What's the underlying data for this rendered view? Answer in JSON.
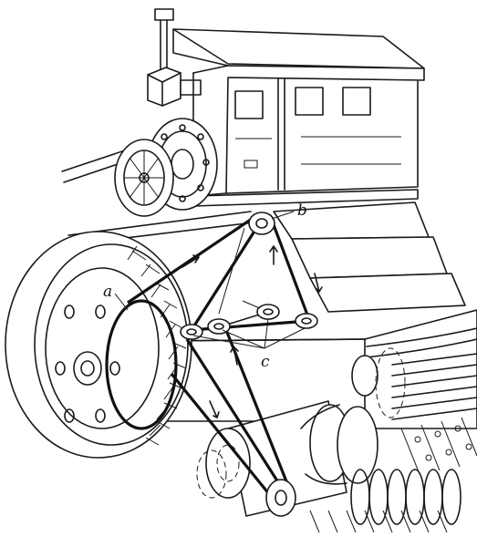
{
  "labels": {
    "a": "a",
    "b": "b",
    "c": "c"
  },
  "colors": {
    "ink": "#1a1a1a",
    "background": "#ffffff"
  }
}
